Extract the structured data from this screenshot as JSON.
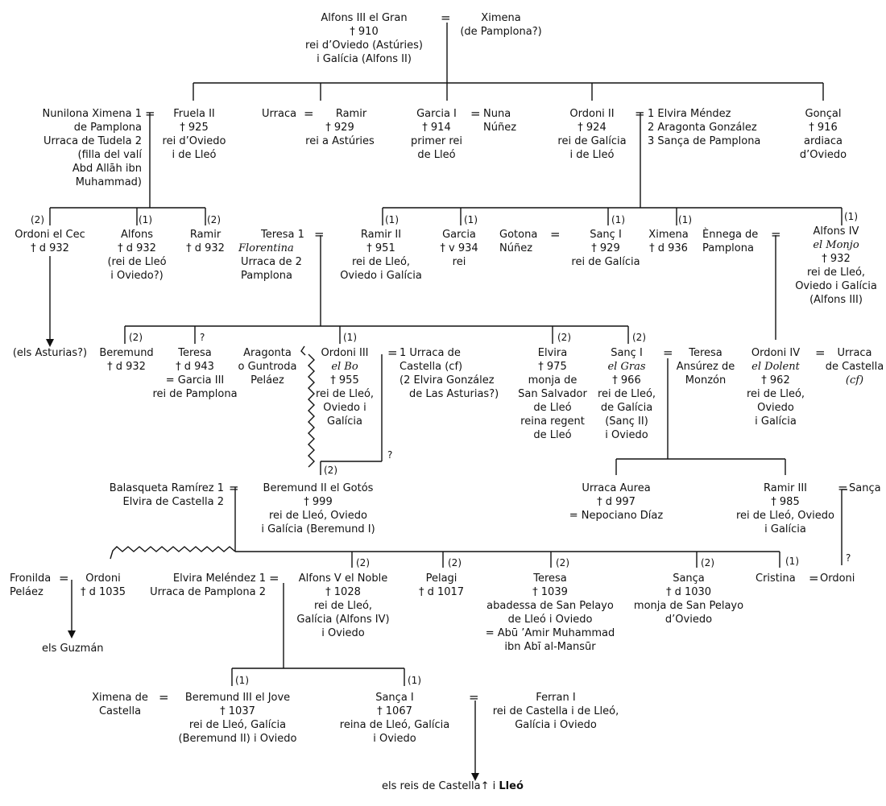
{
  "title": "",
  "nodes": {
    "alfons3": [
      "Alfons III el Gran",
      "† 910",
      "rei d’Oviedo (Astúries)",
      "i Galícia (Alfons II)"
    ],
    "ximena": [
      "Ximena",
      "(de Pamplona?)"
    ],
    "nunilona": [
      "Nunilona Ximena 1",
      "de Pamplona",
      "Urraca de Tudela 2",
      "(filla del valí",
      "Abd Allāh ibn",
      "Muhammad)"
    ],
    "fruela2": [
      "Fruela II",
      "† 925",
      "rei d’Oviedo",
      "i de Lleó"
    ],
    "urraca_ramir": [
      "Urraca",
      "Ramir",
      "† 929",
      "rei a Astúries"
    ],
    "garcia1": [
      "Garcia I",
      "† 914",
      "primer rei",
      "de Lleó"
    ],
    "nuna": [
      "Nuna",
      "Núñez"
    ],
    "ordoni2": [
      "Ordoni II",
      "† 924",
      "rei de Galícia",
      "i de Lleó"
    ],
    "ordoni2_wives": [
      "1 Elvira Méndez",
      "2 Aragonta González",
      "3 Sança de Pamplona"
    ],
    "goncal": [
      "Gonçal",
      "† 916",
      "ardiaca",
      "d’Oviedo"
    ],
    "ordoni_cec": [
      "Ordoni el Cec",
      "† d 932"
    ],
    "alfons_f": [
      "Alfons",
      "† d 932",
      "(rei de Lleó",
      "i Oviedo?)"
    ],
    "ramir_f": [
      "Ramir",
      "† d 932"
    ],
    "asturias": [
      "(els Asturias?)"
    ],
    "teresa_flor": [
      "Teresa 1",
      "Florentina",
      "Urraca de 2",
      "Pamplona"
    ],
    "ramir2": [
      "Ramir II",
      "† 951",
      "rei de Lleó,",
      "Oviedo i Galícia"
    ],
    "garcia_o": [
      "Garcia",
      "† v 934",
      "rei"
    ],
    "gotona": [
      "Gotona",
      "Núñez"
    ],
    "sanc1a": [
      "Sanç I",
      "† 929",
      "rei de Galícia"
    ],
    "ximena_o": [
      "Ximena",
      "† d 936"
    ],
    "ennega": [
      "Ènnega de",
      "Pamplona"
    ],
    "alfons4": [
      "Alfons IV",
      "el Monjo",
      "† 932",
      "rei de Lleó,",
      "Oviedo i Galícia",
      "(Alfons III)"
    ],
    "beremund": [
      "Beremund",
      "† d 932"
    ],
    "teresa_g": [
      "Teresa",
      "† d 943",
      "= Garcia III",
      "rei de Pamplona"
    ],
    "aragonta": [
      "Aragonta",
      "o Guntroda",
      "Peláez"
    ],
    "ordoni3": [
      "Ordoni III",
      "el Bo",
      "† 955",
      "rei de Lleó,",
      "Oviedo i",
      "Galícia"
    ],
    "ordoni3_wives": [
      "1 Urraca de",
      "Castella (cf)",
      "(2 Elvira González",
      "de Las Asturias?)"
    ],
    "elvira_m": [
      "Elvira",
      "† 975",
      "monja de",
      "San Salvador",
      "de Lleó",
      "reina regent",
      "de Lleó"
    ],
    "sanc1": [
      "Sanç I",
      "el Gras",
      "† 966",
      "rei de Lleó,",
      "de Galícia",
      "(Sanç II)",
      "i Oviedo"
    ],
    "teresa_a": [
      "Teresa",
      "Ansúrez de",
      "Monzón"
    ],
    "ordoni4": [
      "Ordoni IV",
      "el Dolent",
      "† 962",
      "rei de Lleó,",
      "Oviedo",
      "i Galícia"
    ],
    "urraca_c": [
      "Urraca",
      "de Castella",
      "(cf)"
    ],
    "balasqueta": [
      "Balasqueta Ramírez 1",
      "Elvira de Castella 2"
    ],
    "beremund2": [
      "Beremund II el Gotós",
      "† 999",
      "rei de Lleó, Oviedo",
      "i Galícia (Beremund I)"
    ],
    "urraca_aurea": [
      "Urraca Aurea",
      "† d 997",
      "= Nepociano Díaz"
    ],
    "ramir3": [
      "Ramir III",
      "† 985",
      "rei de Lleó, Oviedo",
      "i Galícia"
    ],
    "sanca_r": [
      "Sança"
    ],
    "fronilda": [
      "Fronilda",
      "Peláez"
    ],
    "ordoni_f": [
      "Ordoni",
      "† d 1035"
    ],
    "guzman": [
      "els Guzmán"
    ],
    "elvira_mel": [
      "Elvira Meléndez 1",
      "Urraca de Pamplona 2"
    ],
    "alfons5": [
      "Alfons V el Noble",
      "† 1028",
      "rei de Lleó,",
      "Galícia (Alfons IV)",
      "i Oviedo"
    ],
    "pelagi": [
      "Pelagi",
      "† d 1017"
    ],
    "teresa_ab": [
      "Teresa",
      "† 1039",
      "abadessa de San Pelayo",
      "de Lleó i Oviedo",
      "= Abū ’Amir Muhammad",
      "ibn Abī al-Mansūr"
    ],
    "sanca_m": [
      "Sança",
      "† d 1030",
      "monja de San Pelayo",
      "d’Oviedo"
    ],
    "cristina": [
      "Cristina"
    ],
    "ordoni_cr": [
      "Ordoni"
    ],
    "ximena_c": [
      "Ximena de",
      "Castella"
    ],
    "beremund3": [
      "Beremund III el Jove",
      "† 1037",
      "rei de Lleó, Galícia",
      "(Beremund II) i Oviedo"
    ],
    "sanca1": [
      "Sança I",
      "† 1067",
      "reina de Lleó, Galícia",
      "i Oviedo"
    ],
    "ferran1": [
      "Ferran I",
      "rei de Castella i de Lleó,",
      "Galícia i Oviedo"
    ],
    "reis": [
      "els reis de Castella",
      "↑",
      "i",
      "Lleó"
    ]
  },
  "markers": {
    "m1": "(2)",
    "m2": "(1)",
    "m3": "(2)",
    "m4": "(1)",
    "m5": "(1)",
    "m6": "(1)",
    "m7": "(1)",
    "m8": "(1)",
    "m9": "(2)",
    "m10": "?",
    "m11": "(1)",
    "m12": "(2)",
    "m13": "(2)",
    "m14": "?",
    "m15": "(2)",
    "m16": "(2)",
    "m17": "(2)",
    "m18": "(2)",
    "m19": "(2)",
    "m20": "(1)",
    "m21": "?",
    "m22": "(1)",
    "m23": "(1)"
  },
  "marriage_sign": "="
}
